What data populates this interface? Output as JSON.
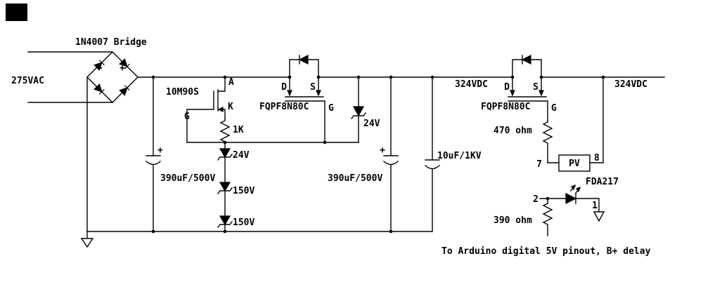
{
  "page": {
    "colors": {
      "ink": "#000000",
      "background": "#ffffff"
    }
  },
  "schematic": {
    "input": {
      "voltage": "275VAC",
      "bridge_label": "1N4007 Bridge",
      "bridge_minus": "-",
      "bridge_plus": "+"
    },
    "current_source": {
      "part": "10M90S",
      "pin_anode": "A",
      "pin_cathode": "K",
      "pin_gate": "G",
      "set_resistor": "1K"
    },
    "reference_stack": {
      "zener1": "24V",
      "zener2": "150V",
      "zener3": "150V"
    },
    "reservoir_cap1": {
      "value": "390uF/500V",
      "polarity": "+"
    },
    "pass_fet": {
      "part": "FQPF8N80C",
      "pin_d": "D",
      "pin_s": "S",
      "pin_g": "G",
      "gate_zener": "24V"
    },
    "reservoir_cap2": {
      "value": "390uF/500V",
      "polarity": "+"
    },
    "film_cap": {
      "value": "10uF/1KV"
    },
    "rail_mid": "324VDC",
    "rail_out": "324VDC",
    "delay_fet": {
      "part": "FQPF8N80C",
      "pin_d": "D",
      "pin_s": "S",
      "pin_g": "G",
      "gate_resistor": "470 ohm"
    },
    "photovoltaic_driver": {
      "box": "PV",
      "pin7": "7",
      "pin8": "8",
      "part": "FDA217",
      "pin2": "2",
      "pin1": "1",
      "led_resistor": "390 ohm"
    },
    "note": "To Arduino digital 5V pinout, B+ delay"
  }
}
